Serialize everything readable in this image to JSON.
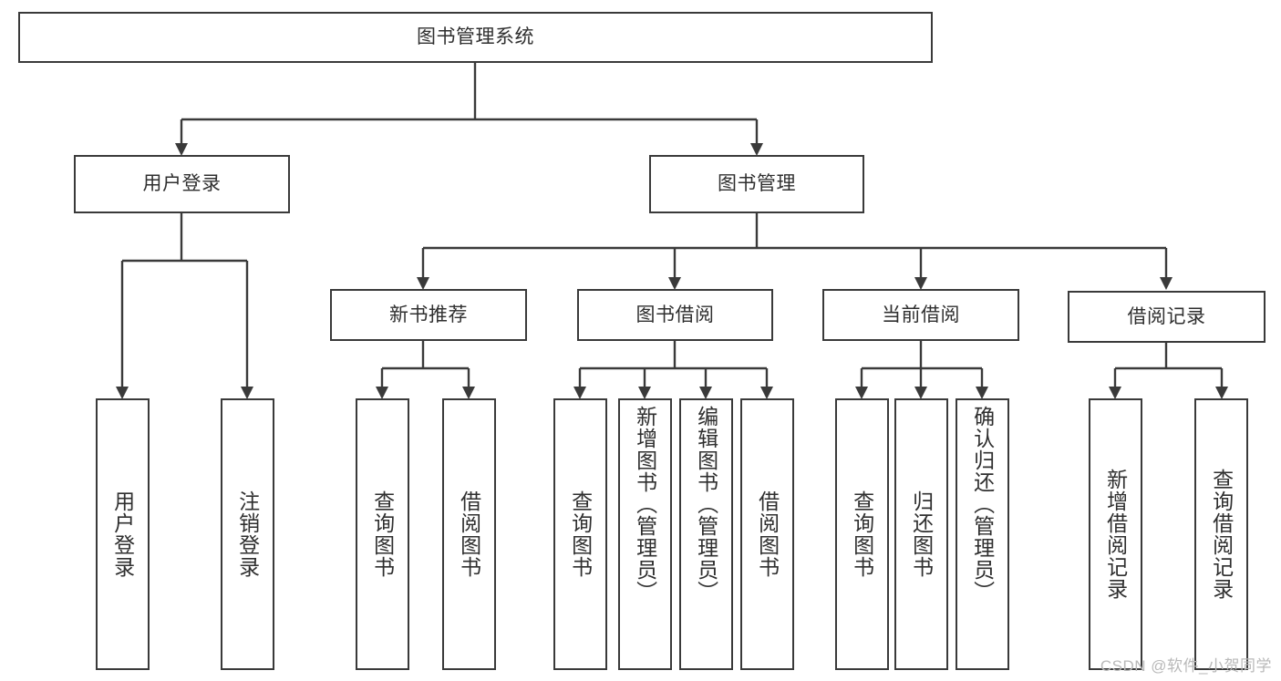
{
  "diagram": {
    "type": "tree",
    "title": "图书管理系统",
    "watermark": "CSDN @软件_小贺同学",
    "colors": {
      "stroke": "#3a3a3a",
      "fill": "#ffffff",
      "text": "#2f2f2f",
      "watermark": "#b9b9b9"
    },
    "nodes": {
      "root": {
        "label": "图书管理系统",
        "orientation": "horizontal"
      },
      "level1": [
        {
          "label": "用户登录",
          "orientation": "horizontal"
        },
        {
          "label": "图书管理",
          "orientation": "horizontal"
        }
      ],
      "level2": [
        {
          "label": "新书推荐",
          "orientation": "horizontal"
        },
        {
          "label": "图书借阅",
          "orientation": "horizontal"
        },
        {
          "label": "当前借阅",
          "orientation": "horizontal"
        },
        {
          "label": "借阅记录",
          "orientation": "horizontal"
        }
      ],
      "leaves": {
        "user_login": [
          {
            "label": "用户登录",
            "orientation": "vertical"
          },
          {
            "label": "注销登录",
            "orientation": "vertical"
          }
        ],
        "new_book_recommend": [
          {
            "label": "查询图书",
            "orientation": "vertical"
          },
          {
            "label": "借阅图书",
            "orientation": "vertical"
          }
        ],
        "book_borrow": [
          {
            "label": "查询图书",
            "orientation": "vertical"
          },
          {
            "label": "新增图书（管理员）",
            "orientation": "vertical"
          },
          {
            "label": "编辑图书（管理员）",
            "orientation": "vertical"
          },
          {
            "label": "借阅图书",
            "orientation": "vertical"
          }
        ],
        "current_borrow": [
          {
            "label": "查询图书",
            "orientation": "vertical"
          },
          {
            "label": "归还图书",
            "orientation": "vertical"
          },
          {
            "label": "确认归还（管理员）",
            "orientation": "vertical"
          }
        ],
        "borrow_record": [
          {
            "label": "新增借阅记录",
            "orientation": "vertical"
          },
          {
            "label": "查询借阅记录",
            "orientation": "vertical"
          }
        ]
      }
    }
  }
}
